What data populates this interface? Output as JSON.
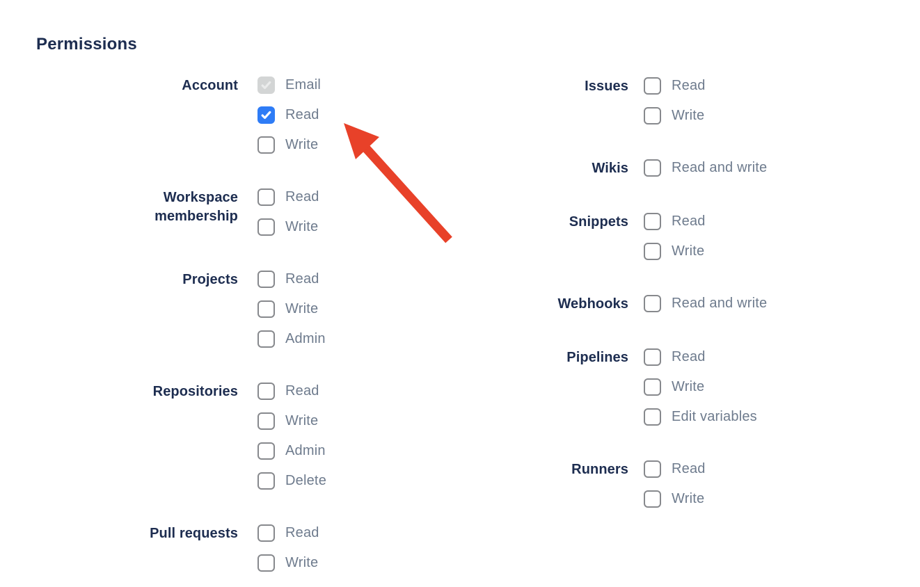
{
  "title": "Permissions",
  "colors": {
    "heading_navy": "#1d2d50",
    "option_label_gray": "#6e7b8d",
    "checkbox_checked_blue": "#2e7cf6",
    "checkbox_disabled_gray": "#d3d5d5",
    "checkbox_disabled_tick": "#eaebeb",
    "checkbox_border_gray": "#87898d",
    "arrow_red": "#e84129"
  },
  "columns": [
    {
      "groups": [
        {
          "label": "Account",
          "options": [
            {
              "label": "Email",
              "state": "checked_disabled"
            },
            {
              "label": "Read",
              "state": "checked"
            },
            {
              "label": "Write",
              "state": "unchecked"
            }
          ]
        },
        {
          "label": "Workspace membership",
          "options": [
            {
              "label": "Read",
              "state": "unchecked"
            },
            {
              "label": "Write",
              "state": "unchecked"
            }
          ]
        },
        {
          "label": "Projects",
          "options": [
            {
              "label": "Read",
              "state": "unchecked"
            },
            {
              "label": "Write",
              "state": "unchecked"
            },
            {
              "label": "Admin",
              "state": "unchecked"
            }
          ]
        },
        {
          "label": "Repositories",
          "options": [
            {
              "label": "Read",
              "state": "unchecked"
            },
            {
              "label": "Write",
              "state": "unchecked"
            },
            {
              "label": "Admin",
              "state": "unchecked"
            },
            {
              "label": "Delete",
              "state": "unchecked"
            }
          ]
        },
        {
          "label": "Pull requests",
          "options": [
            {
              "label": "Read",
              "state": "unchecked"
            },
            {
              "label": "Write",
              "state": "unchecked"
            }
          ]
        }
      ]
    },
    {
      "groups": [
        {
          "label": "Issues",
          "options": [
            {
              "label": "Read",
              "state": "unchecked"
            },
            {
              "label": "Write",
              "state": "unchecked"
            }
          ]
        },
        {
          "label": "Wikis",
          "options": [
            {
              "label": "Read and write",
              "state": "unchecked"
            }
          ]
        },
        {
          "label": "Snippets",
          "options": [
            {
              "label": "Read",
              "state": "unchecked"
            },
            {
              "label": "Write",
              "state": "unchecked"
            }
          ]
        },
        {
          "label": "Webhooks",
          "options": [
            {
              "label": "Read and write",
              "state": "unchecked"
            }
          ]
        },
        {
          "label": "Pipelines",
          "options": [
            {
              "label": "Read",
              "state": "unchecked"
            },
            {
              "label": "Write",
              "state": "unchecked"
            },
            {
              "label": "Edit variables",
              "state": "unchecked"
            }
          ]
        },
        {
          "label": "Runners",
          "options": [
            {
              "label": "Read",
              "state": "unchecked"
            },
            {
              "label": "Write",
              "state": "unchecked"
            }
          ]
        }
      ]
    }
  ],
  "annotation": {
    "type": "arrow",
    "color": "#e84129",
    "points_to": "account-read-checkbox"
  }
}
